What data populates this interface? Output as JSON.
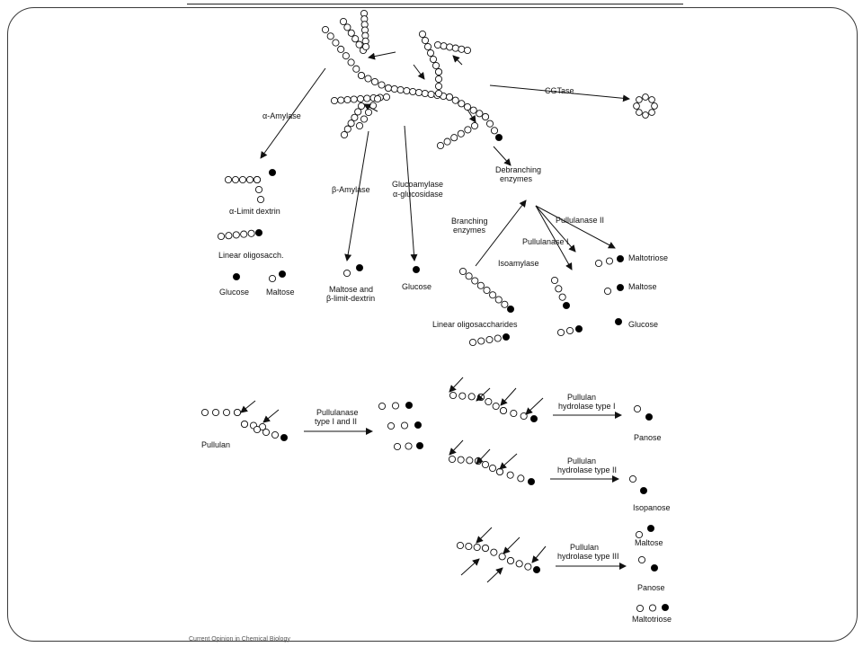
{
  "labels": {
    "cgtase": "CGTase",
    "alpha_amylase": "α-Amylase",
    "alpha_limit_dextrin": "α-Limit dextrin",
    "linear_oligosacch": "Linear oligosacch.",
    "glucose_left": "Glucose",
    "maltose_left": "Maltose",
    "beta_amylase": "β-Amylase",
    "maltose_and": "Maltose and",
    "beta_limit_dextrin": "β-limit-dextrin",
    "glucoamylase": "Glucoamylase",
    "alpha_glucosidase": "α-glucosidase",
    "glucose_mid": "Glucose",
    "debranching_1": "Debranching",
    "debranching_2": "enzymes",
    "branching_1": "Branching",
    "branching_2": "enzymes",
    "pullulanase_ii": "Pullulanase II",
    "pullulanase_i": "Pullulanase I",
    "isoamylase": "Isoamylase",
    "maltotriose_right": "Maltotriose",
    "maltose_right": "Maltose",
    "glucose_right": "Glucose",
    "linear_oligosaccharides": "Linear oligosaccharides",
    "pullulan": "Pullulan",
    "pullulanase_type_1": "Pullulanase",
    "pullulanase_type_2": "type I  and  II",
    "ph_type1_a": "Pullulan",
    "ph_type1_b": "hydrolase type I",
    "panose_1": "Panose",
    "ph_type2_a": "Pullulan",
    "ph_type2_b": "hydrolase type II",
    "isopanose": "Isopanose",
    "ph_type3_a": "Pullulan",
    "ph_type3_b": "hydrolase type III",
    "maltose_bottom": "Maltose",
    "panose_2": "Panose",
    "maltotriose_bottom": "Maltotriose",
    "footer": "Current Opinion in Chemical Biology"
  },
  "colors": {
    "line": "#111111",
    "open_residue": "#ffffff",
    "reducing_end": "#000000"
  }
}
